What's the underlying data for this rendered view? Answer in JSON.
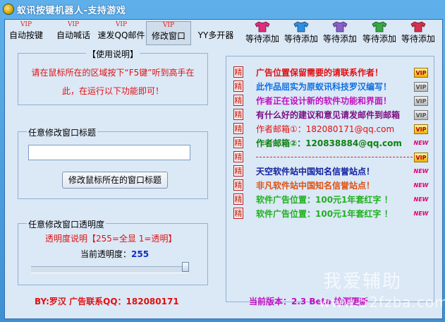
{
  "window": {
    "title": "蚁讯按键机器人-支持游戏"
  },
  "toolbar": {
    "buttons": [
      {
        "vip": "VIP",
        "label": "自动按键"
      },
      {
        "vip": "VIP",
        "label": "自动喊话"
      },
      {
        "vip": "VIP",
        "label": "速发QQ邮件"
      },
      {
        "vip": "VIP",
        "label": "修改窗口"
      },
      {
        "vip": "",
        "label": "YY多开器"
      }
    ],
    "placeholders": [
      {
        "label": "等待添加",
        "color": "#e0307a"
      },
      {
        "label": "等待添加",
        "color": "#2f8fe0"
      },
      {
        "label": "等待添加",
        "color": "#8a60c8"
      },
      {
        "label": "等待添加",
        "color": "#3aa844"
      },
      {
        "label": "等待添加",
        "color": "#d83050"
      }
    ]
  },
  "help": {
    "title": "【使用说明】",
    "text": "请在鼠标所在的区域按下“F5键”听到高手在此，在运行以下功能即可！"
  },
  "title_group": {
    "label": "任意修改窗口标题",
    "input_value": "",
    "button": "修改鼠标所在的窗口标题"
  },
  "opacity_group": {
    "label": "任意修改窗口透明度",
    "desc": "透明度说明【255=全显  1=透明】",
    "current_label": "当前透明度：",
    "current_value": "255",
    "slider_value": 255,
    "slider_max": 255
  },
  "ads": {
    "jing": "精",
    "rows": [
      {
        "text": "广告位置保留需要的请联系作者！",
        "color": "#e01010",
        "badge": "vip"
      },
      {
        "text": "此作品屈实为原蚁讯科技罗汉编写！",
        "color": "#1070e0",
        "badge": "vip-gray"
      },
      {
        "text": "作者正在设计新的软件功能和界面！",
        "color": "#c010c0",
        "badge": "vip-gray"
      },
      {
        "text": "有什么好的建议和意见请发邮件到邮箱",
        "color": "#7a1080",
        "badge": "vip-gray"
      },
      {
        "text": "作者邮箱①：182080171@qq.com",
        "color": "#e01010",
        "badge": "vip"
      },
      {
        "text": "作者邮箱②：120838884@qq.com",
        "color": "#108010",
        "badge": "new"
      },
      {
        "text": "",
        "color": "#e01010",
        "badge": "vip"
      },
      {
        "text": "天空软件站中国知名信誉站点！",
        "color": "#1020a0",
        "badge": "new"
      },
      {
        "text": "非凡软件站中国知名信誉站点！",
        "color": "#e05010",
        "badge": "new"
      },
      {
        "text": "软件广告位置：100元1年套红字 ！",
        "color": "#20b020",
        "badge": "new"
      },
      {
        "text": "软件广告位置：100元1年套红字 ！",
        "color": "#20b020",
        "badge": "new"
      }
    ],
    "badge_vip": "VIP",
    "badge_new": "NEW"
  },
  "footer": {
    "by": "BY:罗汉   广告联系QQ：182080171",
    "version": "当前版本：2.3 Beta  检测更新"
  },
  "watermark": {
    "line1": "我爱辅助",
    "line2": "www.52fzba.com"
  }
}
